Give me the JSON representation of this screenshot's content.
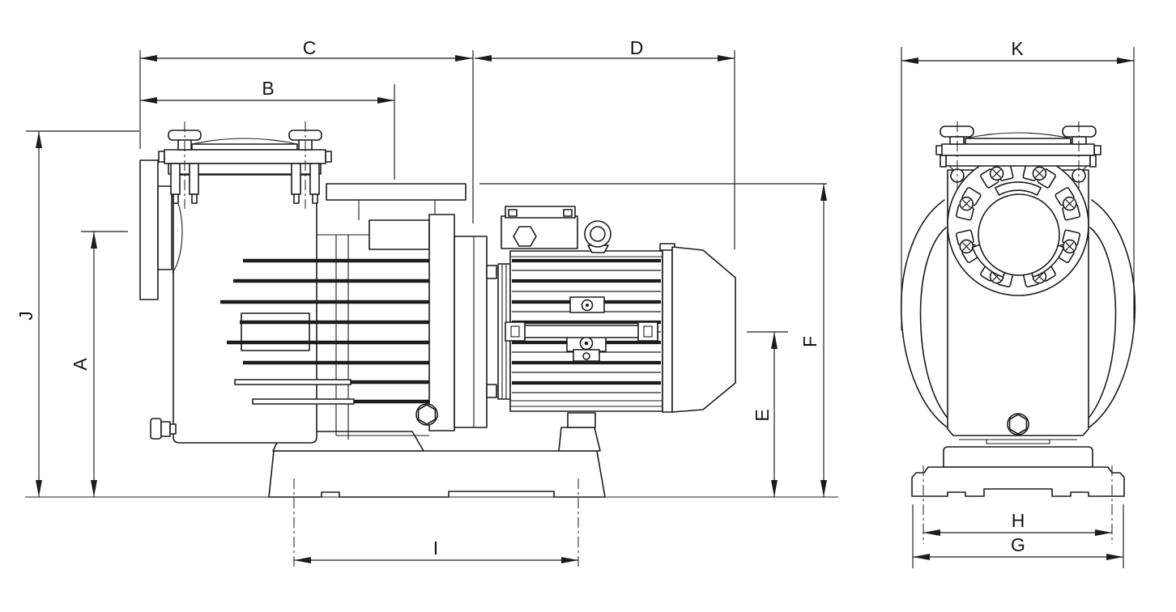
{
  "drawing": {
    "type": "technical dimensional line drawing",
    "line_color": "#1c1c1c",
    "background_color": "#ffffff"
  },
  "dimension_labels": {
    "A": "A",
    "B": "B",
    "C": "C",
    "D": "D",
    "E": "E",
    "F": "F",
    "G": "G",
    "H": "H",
    "I": "I",
    "J": "J",
    "K": "K"
  }
}
